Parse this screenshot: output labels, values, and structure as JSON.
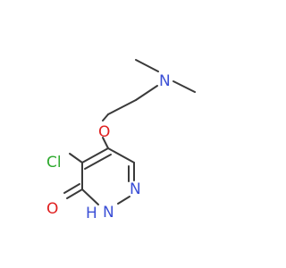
{
  "molecule": {
    "atoms": {
      "n_amine": "N",
      "o_ether": "O",
      "cl": "Cl",
      "o_carbonyl": "O",
      "n_ring_upper": "N",
      "n_ring_lower": "N",
      "h_on_n": "H"
    },
    "colors": {
      "carbon_bond": "#3a3a3a",
      "nitrogen": "#3b4fd6",
      "oxygen": "#e02020",
      "chlorine": "#2faa2f"
    }
  }
}
